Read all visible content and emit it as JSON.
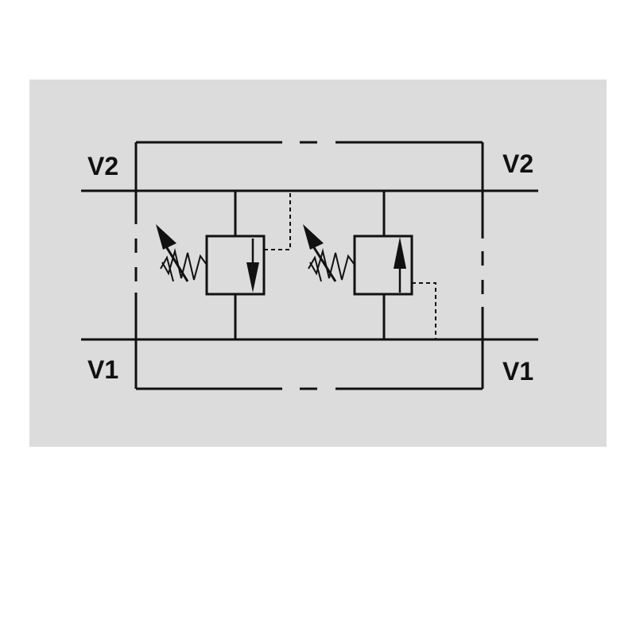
{
  "ports": {
    "v2_left": "V2",
    "v2_right": "V2",
    "v1_left": "V1",
    "v1_right": "V1"
  },
  "valves": [
    {
      "name": "relief-valve-left",
      "arrow_direction": "down",
      "pilot_line": "V2"
    },
    {
      "name": "relief-valve-right",
      "arrow_direction": "up",
      "pilot_line": "V1"
    }
  ],
  "colors": {
    "background_panel": "#dcdcdc",
    "line": "#111111",
    "page": "#ffffff"
  }
}
